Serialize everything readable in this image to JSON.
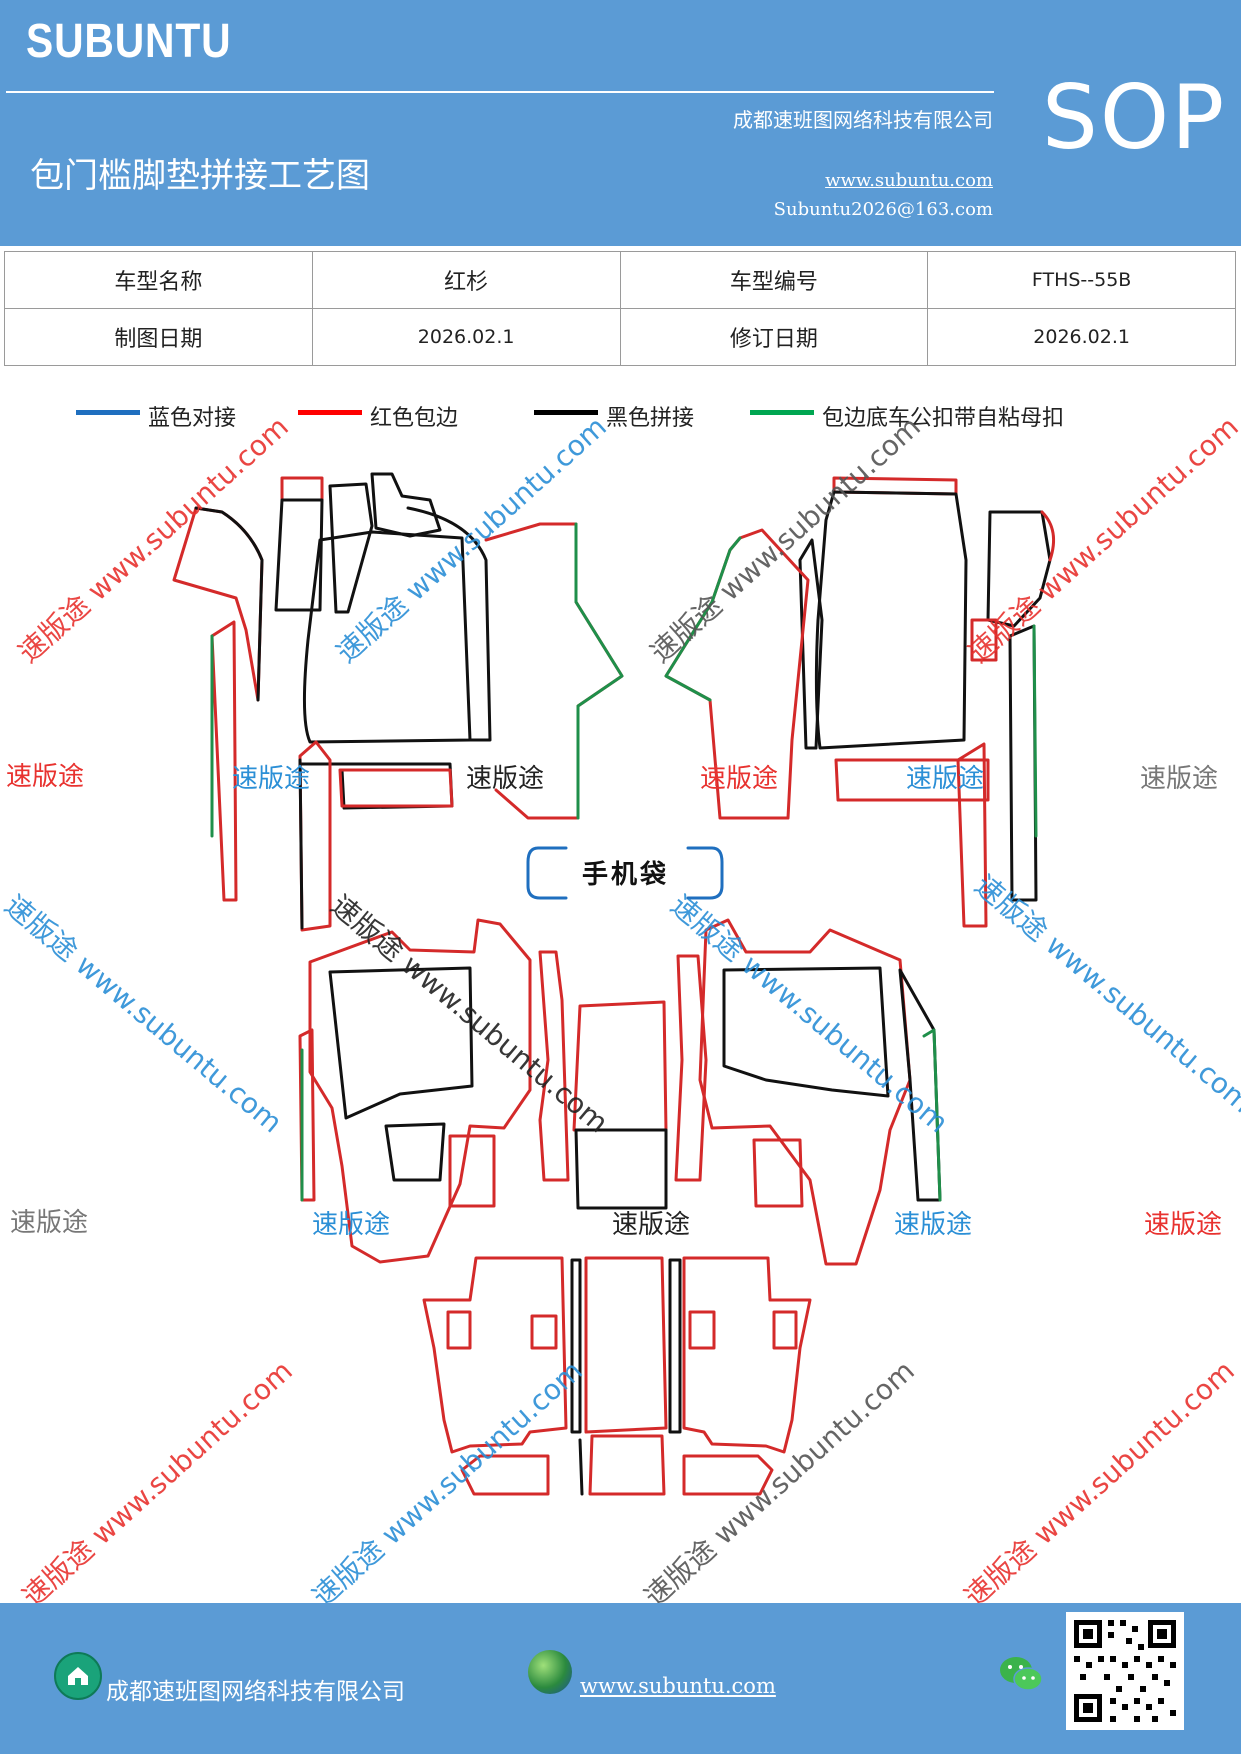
{
  "header": {
    "brand": "SUBUNTU",
    "doc_type": "SOP",
    "company": "成都速班图网络科技有限公司",
    "title": "包门槛脚垫拼接工艺图",
    "website": "www.subuntu.com",
    "email": "Subuntu2026@163.com"
  },
  "info_table": {
    "rows": [
      [
        "车型名称",
        "红杉",
        "车型编号",
        "FTHS--55B"
      ],
      [
        "制图日期",
        "2026.02.1",
        "修订日期",
        "2026.02.1"
      ]
    ]
  },
  "legend": [
    {
      "label": "蓝色对接",
      "color": "#1f6fbf"
    },
    {
      "label": "红色包边",
      "color": "#ff0000"
    },
    {
      "label": "黑色拼接",
      "color": "#000000"
    },
    {
      "label": "包边底车公扣带自粘母扣",
      "color": "#00a651"
    }
  ],
  "drawing": {
    "phone_bag_label": "手机袋",
    "watermark_brand": "速版途",
    "watermark_diagonal": "速版途 www.subuntu.com",
    "colors": {
      "red": "#d42a2a",
      "black": "#111111",
      "green": "#1f8f4a",
      "blue": "#1f6fbf",
      "wm_red": "#e8322f",
      "wm_blue": "#2b8fd6",
      "wm_gray": "#777777",
      "wm_black": "#222222"
    }
  },
  "footer": {
    "company": "成都速班图网络科技有限公司",
    "website": "www.subuntu.com"
  }
}
